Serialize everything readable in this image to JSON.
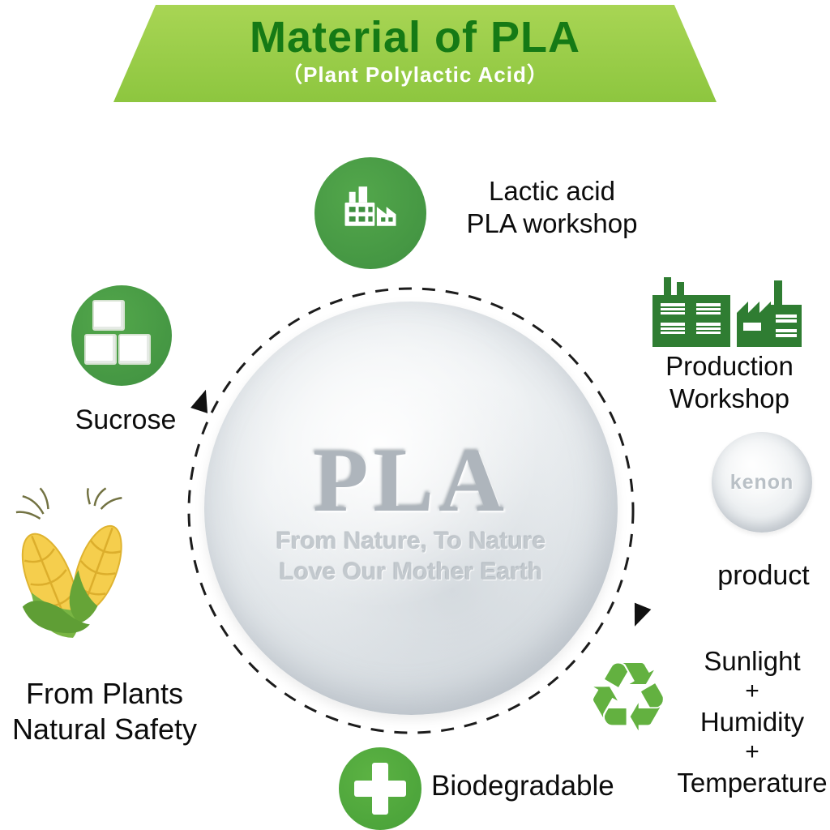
{
  "banner": {
    "title": "Material of PLA",
    "subtitle": "（Plant Polylactic Acid）"
  },
  "sphere": {
    "label": "PLA",
    "tagline1": "From Nature, To Nature",
    "tagline2": "Love Our Mother Earth"
  },
  "nodes": {
    "lactic": {
      "line1": "Lactic acid",
      "line2": "PLA workshop"
    },
    "production": {
      "line1": "Production",
      "line2": "Workshop"
    },
    "product": {
      "brand": "kenon",
      "label": "product"
    },
    "environment": {
      "items": [
        "Sunlight",
        "+",
        "Humidity",
        "+",
        "Temperature"
      ]
    },
    "biodegradable": {
      "label": "Biodegradable"
    },
    "plants": {
      "line1": "From Plants",
      "line2": "Natural Safety"
    },
    "sucrose": {
      "label": "Sucrose"
    }
  },
  "icons": {
    "recycle_glyph": "♻",
    "factory": "factory-icon",
    "production_factories": "production-factories-icon",
    "sugar_cubes": "sugar-cubes-icon",
    "plus_cross": "plus-cross-icon",
    "corn": "corn-icon"
  },
  "colors": {
    "banner_green": "#8dc63f",
    "title_green": "#157a15",
    "icon_green": "#449744",
    "dark_factory_green": "#2f7d32",
    "recycle_green": "#63b140",
    "sphere_gray": "#dde2e6",
    "text_black": "#0c0c0c"
  }
}
